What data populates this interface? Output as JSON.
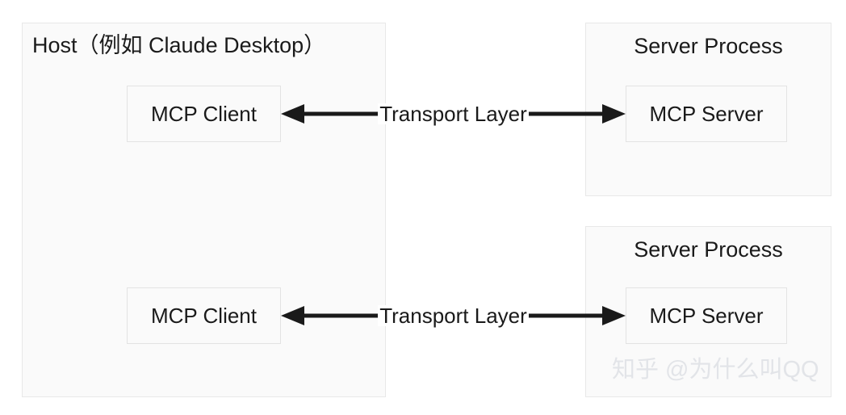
{
  "diagram": {
    "title_host": "Host（例如 Claude Desktop）",
    "colors": {
      "page_background": "#ffffff",
      "container_fill": "#fafafa",
      "container_border": "#e8e8e8",
      "node_border": "#e3e3e3",
      "text": "#1a1a1a",
      "arrow": "#1a1a1a",
      "watermark": "#e2e4e8"
    },
    "host": {
      "label": "Host（例如 Claude Desktop）",
      "clients": [
        {
          "label": "MCP Client"
        },
        {
          "label": "MCP Client"
        }
      ]
    },
    "server_processes": [
      {
        "label": "Server Process",
        "server": {
          "label": "MCP Server"
        }
      },
      {
        "label": "Server Process",
        "server": {
          "label": "MCP Server"
        }
      }
    ],
    "connections": [
      {
        "label": "Transport Layer",
        "direction": "bidirectional"
      },
      {
        "label": "Transport Layer",
        "direction": "bidirectional"
      }
    ],
    "watermark": "知乎 @为什么叫QQ"
  }
}
